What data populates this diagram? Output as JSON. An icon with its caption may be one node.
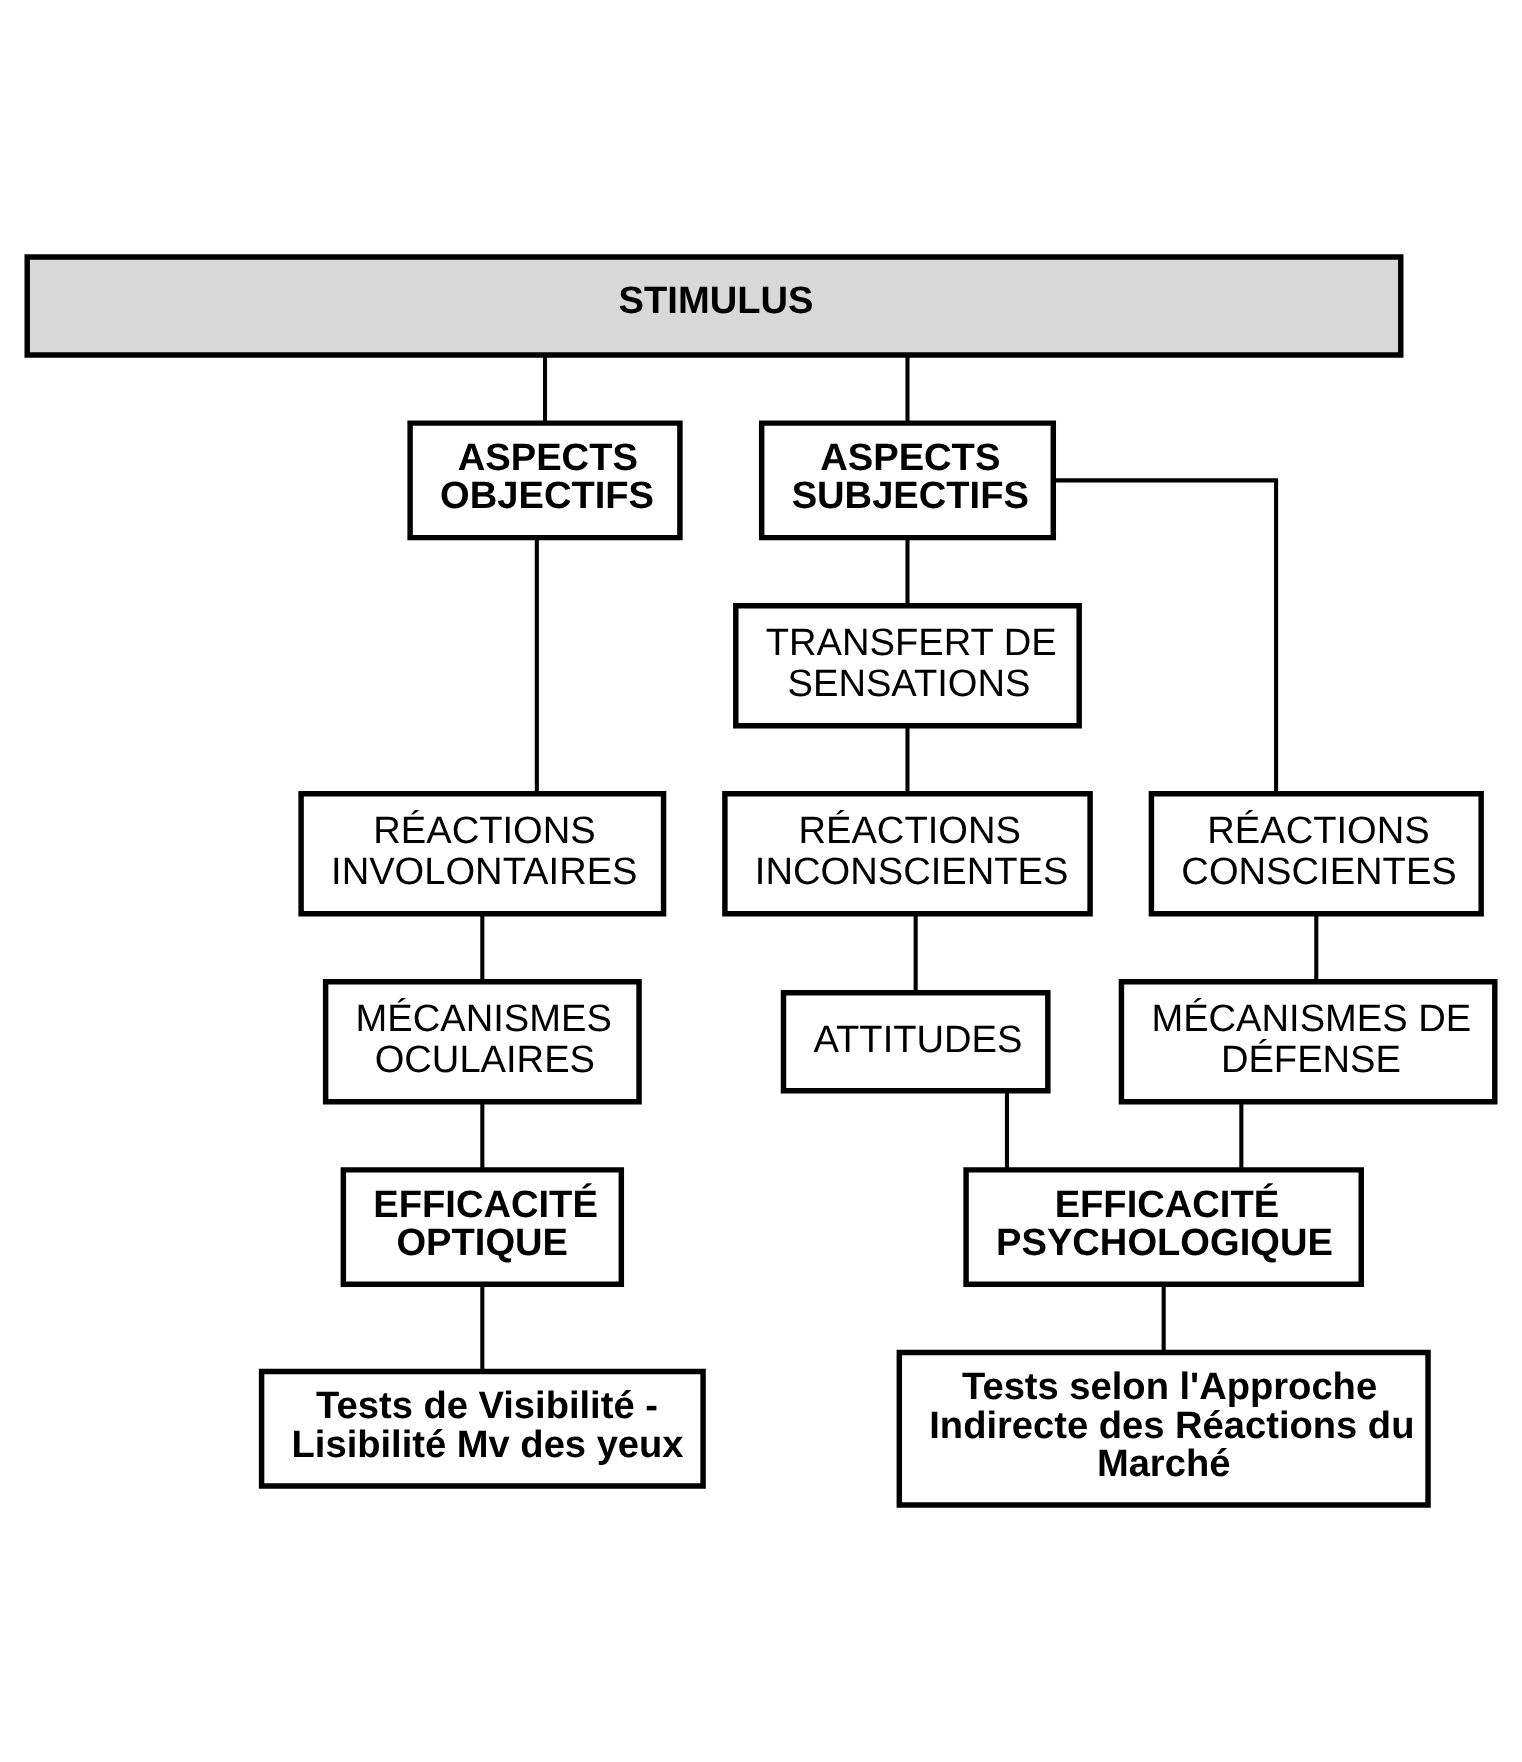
{
  "diagram": {
    "nodes": [
      {
        "text": [
          "STIMULUS"
        ]
      },
      {
        "text": [
          "ASPECTS OBJECTIFS"
        ]
      },
      {
        "text": [
          "ASPECTS SUBJECTIFS"
        ]
      },
      {
        "text": [
          "TRANSFERT DE SENSATIONS"
        ]
      },
      {
        "text": [
          "RÉACTIONS INVOLONTAIRES"
        ]
      },
      {
        "text": [
          "RÉACTIONS INCONSCIENTES"
        ]
      },
      {
        "text": [
          "RÉACTIONS CONSCIENTES"
        ]
      },
      {
        "text": [
          "MÉCANISMES OCULAIRES"
        ]
      },
      {
        "text": [
          "ATTITUDES"
        ]
      },
      {
        "text": [
          "MÉCANISMES DE DÉFENSE"
        ]
      },
      {
        "text": [
          "EFFICACITÉ OPTIQUE"
        ]
      },
      {
        "text": [
          "EFFICACITÉ PSYCHOLOGIQUE"
        ]
      },
      {
        "text": [
          "Tests de Visibilité - Lisibilité Mv des yeux"
        ]
      },
      {
        "text": [
          "Tests selon l'Approche Indirecte des Réactions du Marché"
        ]
      }
    ],
    "edges": [
      {
        "from": 0,
        "to": 1,
        "arrow": "none"
      },
      {
        "from": 0,
        "to": 2,
        "arrow": "none"
      },
      {
        "from": 1,
        "to": 4,
        "arrow": "none"
      },
      {
        "from": 2,
        "to": 3,
        "arrow": "none"
      },
      {
        "from": 2,
        "to": 6,
        "arrow": "none"
      },
      {
        "from": 3,
        "to": 5,
        "arrow": "none"
      },
      {
        "from": 4,
        "to": 7,
        "arrow": "none"
      },
      {
        "from": 5,
        "to": 8,
        "arrow": "none"
      },
      {
        "from": 6,
        "to": 9,
        "arrow": "none"
      },
      {
        "from": 7,
        "to": 10,
        "arrow": "none"
      },
      {
        "from": 8,
        "to": 11,
        "arrow": "none"
      },
      {
        "from": 9,
        "to": 11,
        "arrow": "none"
      },
      {
        "from": 10,
        "to": 12,
        "arrow": "none"
      },
      {
        "from": 11,
        "to": 13,
        "arrow": "none"
      }
    ]
  }
}
